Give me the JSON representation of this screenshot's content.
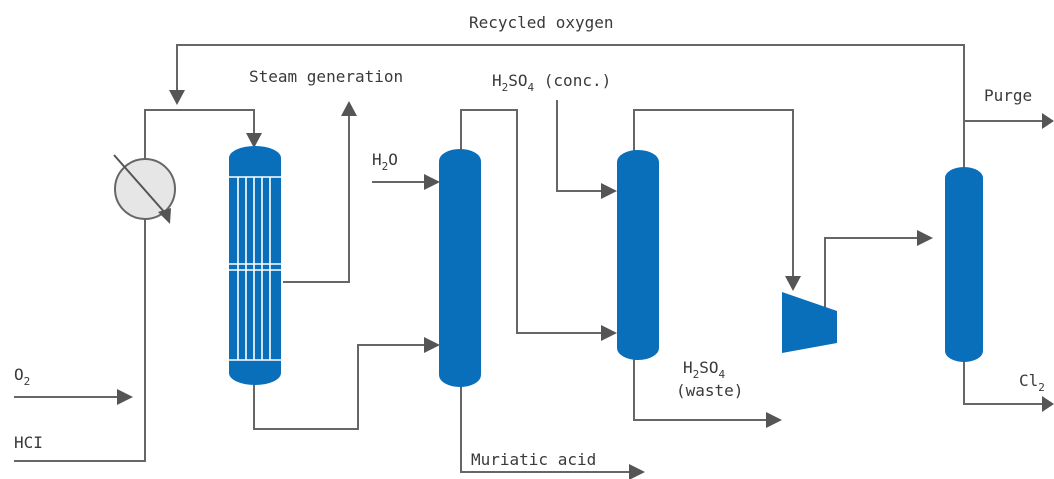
{
  "labels": {
    "recycled_oxygen": "Recycled oxygen",
    "steam_generation": "Steam generation",
    "h2so4_conc": {
      "h": "H",
      "sub2": "2",
      "so": "SO",
      "sub4": "4",
      "rest": " (conc.)"
    },
    "purge": "Purge",
    "h2o": {
      "h": "H",
      "sub2": "2",
      "o": "O"
    },
    "o2": {
      "o": "O",
      "sub2": "2"
    },
    "hcl": "HCI",
    "h2so4_waste": {
      "h": "H",
      "sub2": "2",
      "so": "SO",
      "sub4": "4",
      "waste": "(waste)"
    },
    "cl2": {
      "cl": "Cl",
      "sub2": "2"
    },
    "muriatic_acid": "Muriatic acid"
  },
  "colors": {
    "vessel": "#0a6fba",
    "line": "#666666",
    "arrow": "#555555",
    "text": "#3a3a3a"
  },
  "icons": {
    "heat_exchanger": "heat-exchanger-icon",
    "compressor": "compressor-icon"
  }
}
